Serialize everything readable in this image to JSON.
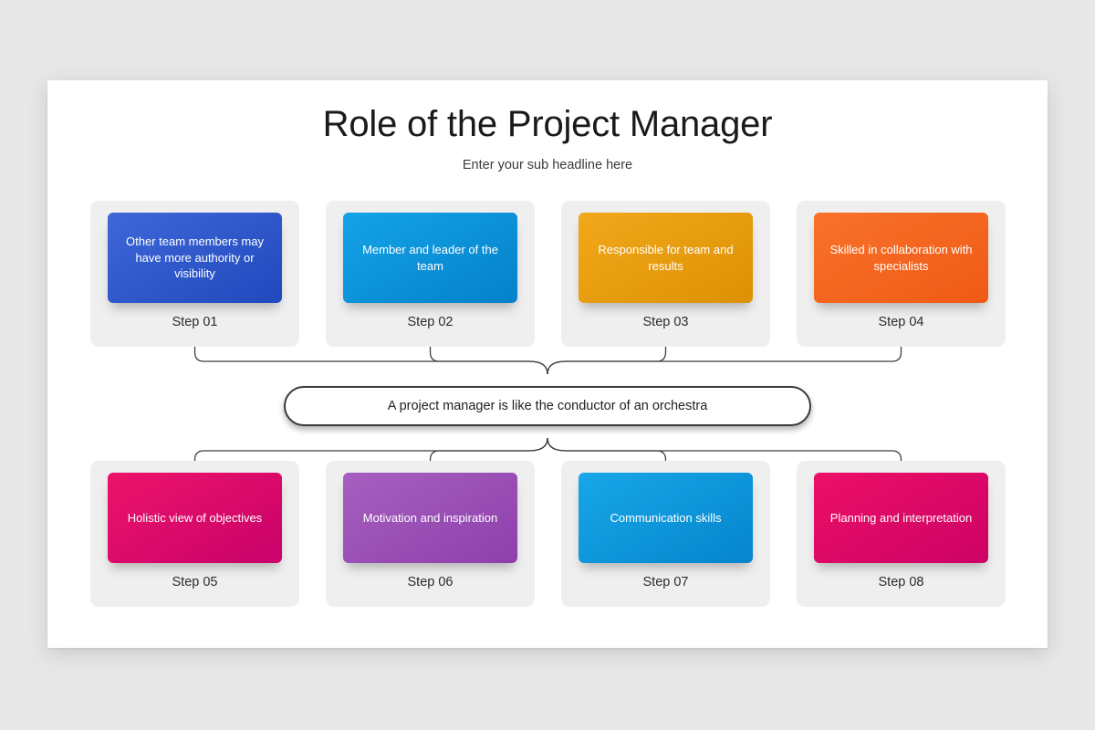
{
  "slide": {
    "title": "Role of the Project Manager",
    "subtitle": "Enter your sub headline here",
    "center_statement": "A project manager is like the conductor of an orchestra",
    "background_color": "#e8e7e8",
    "slide_color": "#ffffff",
    "center_border_color": "#3a3a3a",
    "connector_color": "#3f3f3f"
  },
  "steps": [
    {
      "label": "Step 01",
      "text": "Other team members may have more authority or visibility",
      "color_from": "#3f67d8",
      "color_to": "#2049be",
      "row": "top"
    },
    {
      "label": "Step 02",
      "text": "Member and leader of the team",
      "color_from": "#14a3e8",
      "color_to": "#0481c9",
      "row": "top"
    },
    {
      "label": "Step 03",
      "text": "Responsible for team and results",
      "color_from": "#f2a81b",
      "color_to": "#dd9105",
      "row": "top"
    },
    {
      "label": "Step 04",
      "text": "Skilled in collaboration with specialists",
      "color_from": "#f8722a",
      "color_to": "#ef5a16",
      "row": "top"
    },
    {
      "label": "Step 05",
      "text": "Holistic view of objectives",
      "color_from": "#ec1369",
      "color_to": "#c9026b",
      "row": "bottom"
    },
    {
      "label": "Step 06",
      "text": "Motivation and inspiration",
      "color_from": "#a660c0",
      "color_to": "#8e3fab",
      "row": "bottom"
    },
    {
      "label": "Step 07",
      "text": "Communication skills",
      "color_from": "#18a7e8",
      "color_to": "#0585cc",
      "row": "bottom"
    },
    {
      "label": "Step 08",
      "text": "Planning and interpretation",
      "color_from": "#ec0f67",
      "color_to": "#cd0265",
      "row": "bottom"
    }
  ]
}
